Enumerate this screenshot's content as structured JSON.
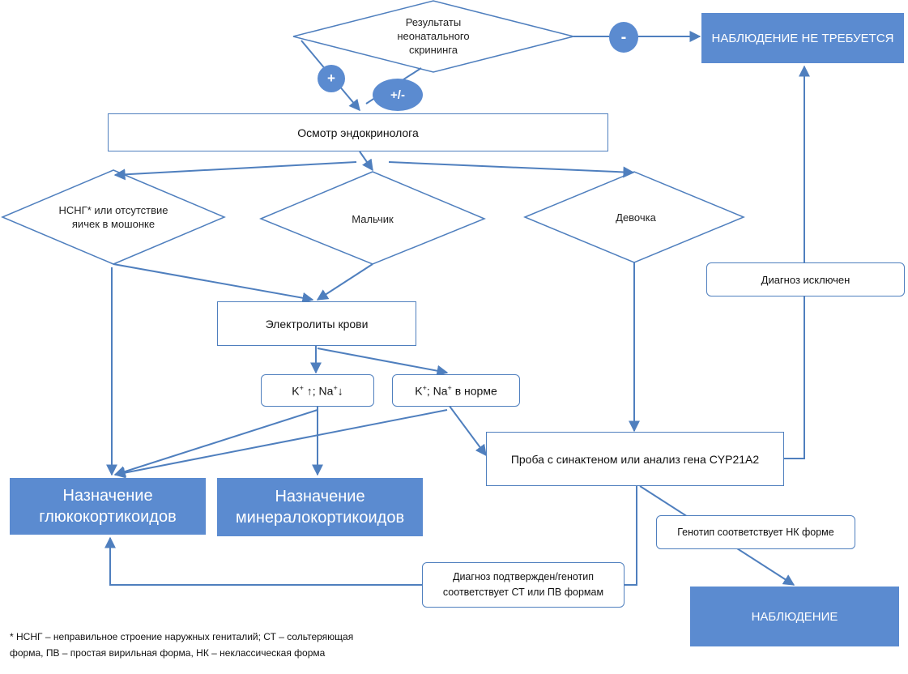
{
  "colors": {
    "accent": "#5b8bd0",
    "line": "#4f7fbe",
    "box_border": "#4f7fbe",
    "text": "#222222"
  },
  "nodes": {
    "screening": "Результаты неонатального скрининга",
    "endocrinologist": "Осмотр эндокринолога",
    "nsng": "НСНГ* или отсутствие яичек в мошонке",
    "boy": "Мальчик",
    "girl": "Девочка",
    "electrolytes": "Электролиты крови",
    "k_up": "K",
    "k_up_sup": "+",
    "k_up_sym": " ↑; Na",
    "k_up_sup2": "+",
    "k_up_sym2": "↓",
    "k_norm": "K",
    "k_norm_sup": "+",
    "k_norm_mid": "; Na",
    "k_norm_sup2": "+",
    "k_norm_end": " в норме",
    "synacthen": "Проба с синактеном или анализ гена CYP21A2",
    "gluco": "Назначение глюкокортикоидов",
    "mineralo": "Назначение минералокортикоидов",
    "no_observation": "НАБЛЮДЕНИЕ НЕ ТРЕБУЕТСЯ",
    "observation": "НАБЛЮДЕНИЕ"
  },
  "edge_labels": {
    "plus": "+",
    "minus": "-",
    "plusminus": "+/-",
    "excluded": "Диагноз исключен",
    "nk_genotype": "Генотип соответствует НК форме",
    "confirmed": "Диагноз подтвержден/генотип соответствует СТ или ПВ формам"
  },
  "footnote": {
    "line1": "* НСНГ – неправильное строение наружных гениталий; СТ – сольтеряющая",
    "line2": "форма, ПВ – простая вирильная форма, НК – неклассическая форма"
  }
}
